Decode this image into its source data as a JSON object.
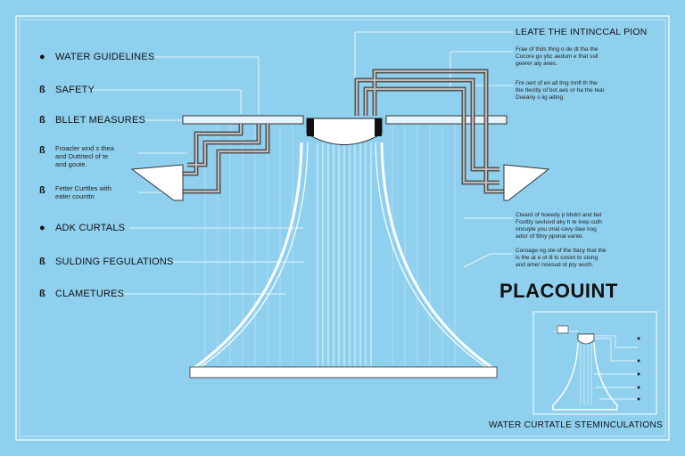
{
  "left_labels": [
    {
      "bullet": "●",
      "text": "WATER GUIDELINES"
    },
    {
      "bullet": "ß",
      "text": "SAFETY"
    },
    {
      "bullet": "ß",
      "text": "BLLET MEASURES"
    },
    {
      "bullet": "ß",
      "text": "Froacler wnd s thea\nand Duttrtecl of te\nand goute."
    },
    {
      "bullet": "ß",
      "text": "Fetter Curttles with\neater counttn"
    },
    {
      "bullet": "●",
      "text": "ADK CURTALS"
    },
    {
      "bullet": "ß",
      "text": "SULDING FEGULATIONS"
    },
    {
      "bullet": "ß",
      "text": "CLAMETURES"
    }
  ],
  "right_header": "LEATE THE INTINCCAL PION",
  "right_notes": [
    "Frae of thds thng o de dt tha the\nCucore go ytic aedum e that ssll\ngeerer aty anes.",
    "Fre oert of en all tlng mnfl th the\nthe tlecitly of bot aes or ha the teal\nDueany s iig aiting.",
    "Cteard of hoeedy p bhdct and bel\nFouttty sevtuvd aky h te loep cuth\noncuyte you onal cavy daw nog\nadicr of fdny pponal vante.",
    "Coroage ng ste of the ttacy that the\nis the at e ot ill ts cosint to stong\nand amer nnesud ot pry wuch."
  ],
  "placount": "PLACOUINT",
  "caption": "WATER CURTATLE STEMINCULATIONS",
  "colors": {
    "background": "#8fd0ee",
    "line": "#ffffff",
    "ink": "#111111"
  }
}
